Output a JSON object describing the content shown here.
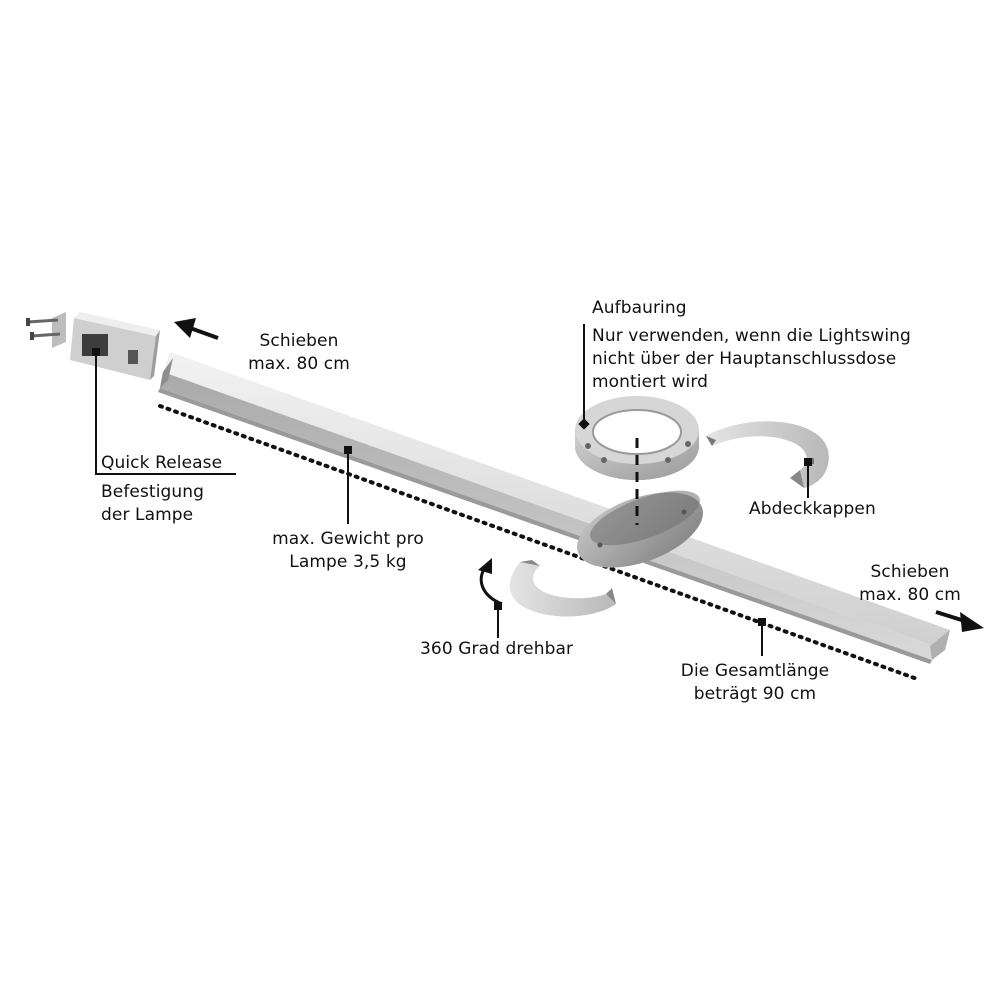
{
  "labels": {
    "schieben_left": [
      "Schieben",
      "max. 80 cm"
    ],
    "schieben_right": [
      "Schieben",
      "max. 80 cm"
    ],
    "quick_release": "Quick Release",
    "befestigung": [
      "Befestigung",
      "der Lampe"
    ],
    "gewicht": [
      "max. Gewicht pro",
      "Lampe 3,5 kg"
    ],
    "aufbauring_title": "Aufbauring",
    "aufbauring_note": [
      "Nur verwenden, wenn die Lightswing",
      "nicht über der Hauptanschlussdose",
      "montiert wird"
    ],
    "abdeckkappen": "Abdeckkappen",
    "drehbar": "360 Grad drehbar",
    "gesamtlaenge": [
      "Die Gesamtlänge",
      "beträgt 90 cm"
    ]
  },
  "colors": {
    "metal_light": "#e6e6e6",
    "metal_mid": "#bdbdbd",
    "metal_dark": "#8c8c8c",
    "line": "#111111"
  }
}
